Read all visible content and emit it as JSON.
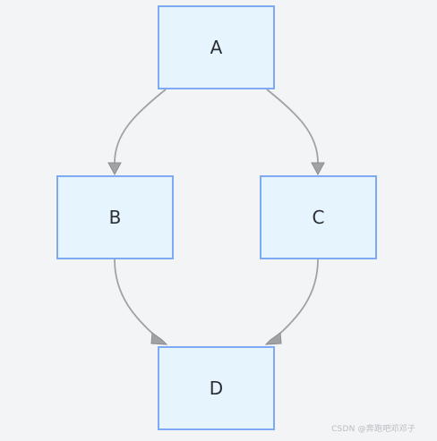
{
  "diagram": {
    "nodes": [
      {
        "id": "A",
        "label": "A"
      },
      {
        "id": "B",
        "label": "B"
      },
      {
        "id": "C",
        "label": "C"
      },
      {
        "id": "D",
        "label": "D"
      }
    ],
    "edges": [
      {
        "from": "A",
        "to": "B"
      },
      {
        "from": "A",
        "to": "C"
      },
      {
        "from": "B",
        "to": "D"
      },
      {
        "from": "C",
        "to": "D"
      }
    ],
    "colors": {
      "node_fill": "#e6f4fd",
      "node_border": "#7eaaf4",
      "edge": "#a0a2a5",
      "background": "#f3f4f6"
    }
  },
  "watermark": {
    "text": "CSDN @奔跑吧邓邓子"
  }
}
